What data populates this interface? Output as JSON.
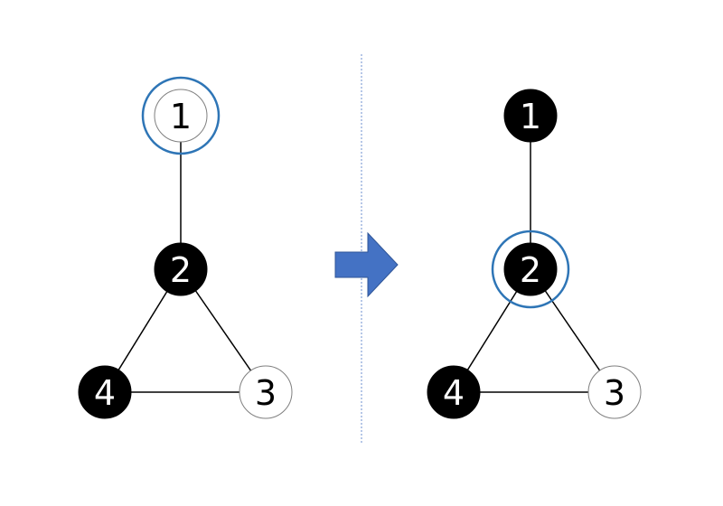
{
  "colors": {
    "background": "#ffffff",
    "edge": "#000000",
    "filled_node": "#000000",
    "empty_node_fill": "#ffffff",
    "empty_node_stroke": "#7f7f7f",
    "highlight_ring": "#2e75b6",
    "divider": "#6e8fcf",
    "arrow": "#4472c4",
    "arrow_stroke": "#2f5597"
  },
  "icons": {
    "transition": "arrow-right-icon"
  },
  "before": {
    "nodes": [
      {
        "id": "1",
        "label": "1",
        "state": "empty",
        "highlighted": true
      },
      {
        "id": "2",
        "label": "2",
        "state": "filled",
        "highlighted": false
      },
      {
        "id": "3",
        "label": "3",
        "state": "empty",
        "highlighted": false
      },
      {
        "id": "4",
        "label": "4",
        "state": "filled",
        "highlighted": false
      }
    ],
    "edges": [
      [
        "1",
        "2"
      ],
      [
        "2",
        "3"
      ],
      [
        "2",
        "4"
      ],
      [
        "3",
        "4"
      ]
    ]
  },
  "after": {
    "nodes": [
      {
        "id": "1",
        "label": "1",
        "state": "filled",
        "highlighted": false
      },
      {
        "id": "2",
        "label": "2",
        "state": "filled",
        "highlighted": true
      },
      {
        "id": "3",
        "label": "3",
        "state": "empty",
        "highlighted": false
      },
      {
        "id": "4",
        "label": "4",
        "state": "filled",
        "highlighted": false
      }
    ],
    "edges": [
      [
        "1",
        "2"
      ],
      [
        "2",
        "3"
      ],
      [
        "2",
        "4"
      ],
      [
        "3",
        "4"
      ]
    ]
  }
}
